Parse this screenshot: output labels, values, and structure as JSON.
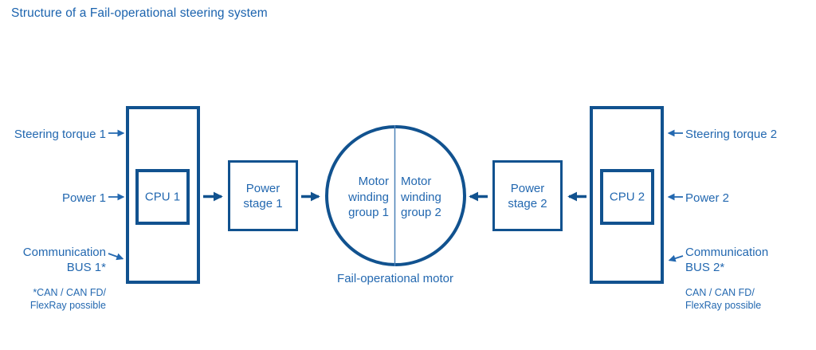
{
  "title": "Structure of a Fail-operational steering system",
  "colors": {
    "stroke_dark_blue": "#11528f",
    "text_medium_blue": "#2368b0",
    "divider_light_blue": "#4d82b8",
    "background": "#ffffff"
  },
  "ecu1": {
    "cpu_label": "CPU 1"
  },
  "ecu2": {
    "cpu_label": "CPU 2"
  },
  "stage1": {
    "line1": "Power",
    "line2": "stage 1"
  },
  "stage2": {
    "line1": "Power",
    "line2": "stage 2"
  },
  "motor": {
    "group1": {
      "line1": "Motor",
      "line2": "winding",
      "line3": "group 1"
    },
    "group2": {
      "line1": "Motor",
      "line2": "winding",
      "line3": "group 2"
    },
    "caption": "Fail-operational motor"
  },
  "inputs_left": {
    "steering": "Steering torque 1",
    "power": "Power 1",
    "comm_line1": "Communication",
    "comm_line2": "BUS 1*"
  },
  "inputs_right": {
    "steering": "Steering torque 2",
    "power": "Power 2",
    "comm_line1": "Communication",
    "comm_line2": "BUS 2*"
  },
  "footnote_left": {
    "line1": "*CAN / CAN FD/",
    "line2": "FlexRay possible"
  },
  "footnote_right": {
    "line1": "CAN / CAN FD/",
    "line2": "FlexRay possible"
  }
}
